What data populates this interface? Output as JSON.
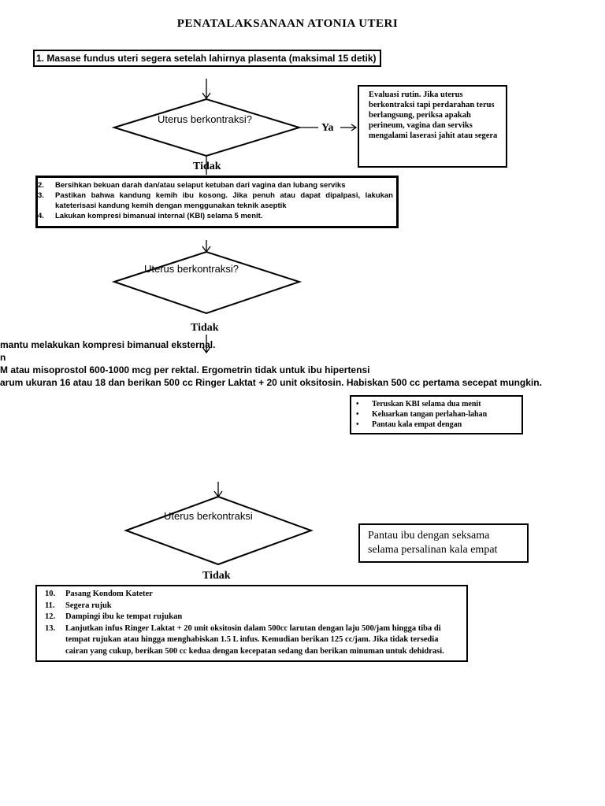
{
  "title": "PENATALAKSANAAN ATONIA UTERI",
  "step1": "1.  Masase fundus uteri segera setelah lahirnya plasenta (maksimal 15 detik)",
  "decision1": {
    "label": "Uterus berkontraksi?",
    "yes": "Ya",
    "no": "Tidak"
  },
  "evaluasi": "Evaluasi rutin. Jika uterus berkontraksi tapi perdarahan terus berlangsung, periksa apakah perineum, vagina dan serviks mengalami laserasi jahit atau segera",
  "box2": [
    {
      "num": "2.",
      "text": "Bersihkan bekuan darah dan/atau selaput ketuban dari vagina dan lubang serviks"
    },
    {
      "num": "3.",
      "text": "Pastikan bahwa kandung kemih ibu kosong. Jika  penuh atau dapat dipalpasi, lakukan kateterisasi kandung kemih dengan menggunakan  teknik aseptik"
    },
    {
      "num": "4.",
      "text": "Lakukan kompresi bimanual internal (KBI) selama 5 menit."
    }
  ],
  "decision2": {
    "label": "Uterus berkontraksi?",
    "no": "Tidak"
  },
  "overflow_lines": [
    "mantu melakukan kompresi bimanual eksternal.",
    "n",
    "M atau misoprostol 600-1000 mcg per rektal. Ergometrin tidak untuk ibu hipertensi",
    "arum ukuran 16 atau 18 dan berikan 500 cc Ringer Laktat + 20 unit oksitosin. Habiskan 500 cc pertama secepat mungkin."
  ],
  "kbi_box": [
    "Teruskan KBI selama dua menit",
    "Keluarkan tangan perlahan-lahan",
    "Pantau kala empat dengan"
  ],
  "decision3": {
    "label": "Uterus berkontraksi",
    "no": "Tidak"
  },
  "pantau": "Pantau ibu dengan seksama selama persalinan kala empat",
  "box_final": [
    {
      "num": "10.",
      "text": "Pasang Kondom Kateter"
    },
    {
      "num": "11.",
      "text": "Segera rujuk"
    },
    {
      "num": "12.",
      "text": "Dampingi ibu ke tempat rujukan"
    },
    {
      "num": "13.",
      "text": "Lanjutkan infus Ringer Laktat + 20 unit oksitosin dalam 500cc larutan dengan laju 500/jam hingga tiba di tempat rujukan atau hingga menghabiskan 1.5 L infus. Kemudian berikan 125 cc/jam. Jika tidak tersedia cairan yang cukup, berikan 500 cc kedua dengan kecepatan sedang dan berikan minuman untuk dehidrasi."
    }
  ]
}
